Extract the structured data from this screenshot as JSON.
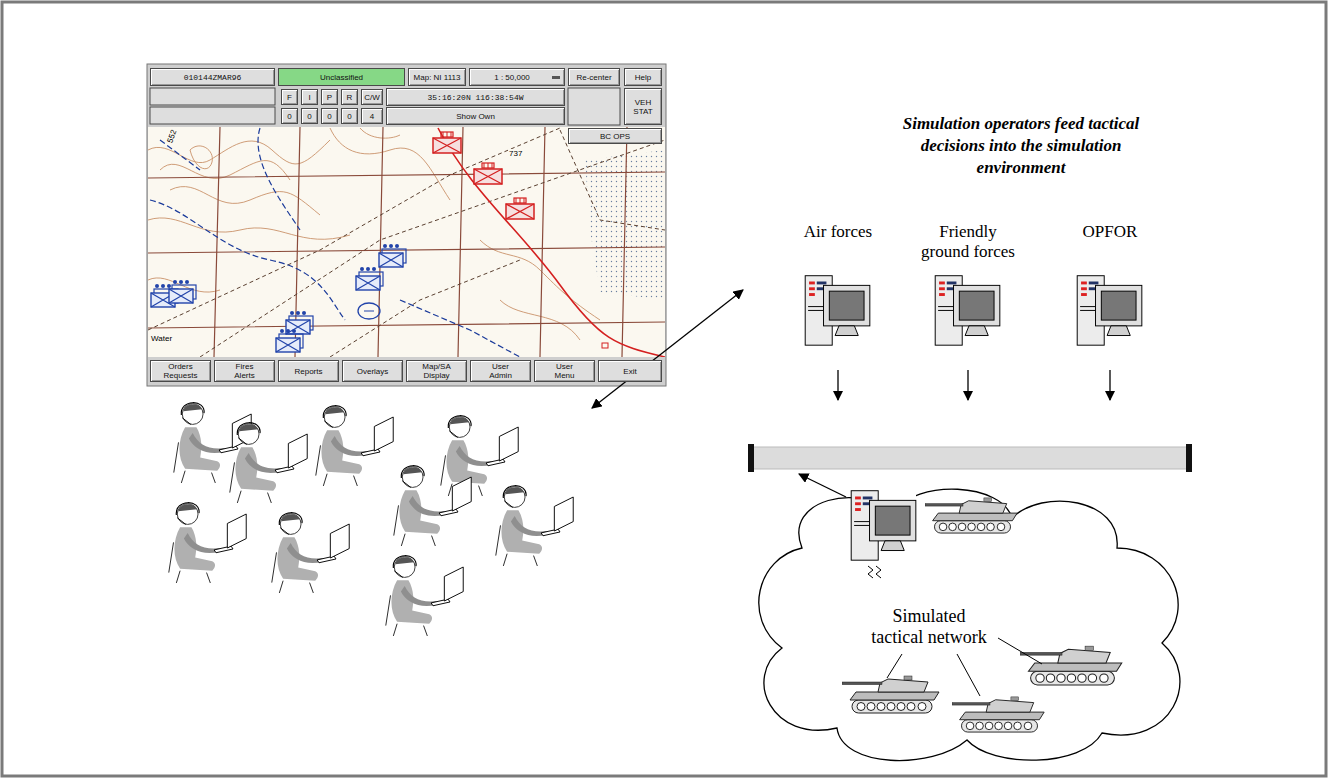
{
  "diagram": {
    "nodes": [
      {
        "text": [
          "010144ZMAR96"
        ]
      },
      {
        "text": [
          "Unclassified"
        ]
      },
      {
        "text": [
          "Map: NI 1113"
        ]
      },
      {
        "text": [
          "1 : 50,000"
        ]
      },
      {
        "text": [
          "Re-center"
        ]
      },
      {
        "text": [
          "Help"
        ]
      },
      {
        "text": [
          "F"
        ]
      },
      {
        "text": [
          "I"
        ]
      },
      {
        "text": [
          "P"
        ]
      },
      {
        "text": [
          "R"
        ]
      },
      {
        "text": [
          "C/W"
        ]
      },
      {
        "text": [
          "35:16:20N 116:38:54W"
        ]
      },
      {
        "text": [
          "VEH STAT"
        ]
      },
      {
        "text": [
          "0"
        ]
      },
      {
        "text": [
          "0"
        ]
      },
      {
        "text": [
          "0"
        ]
      },
      {
        "text": [
          "0"
        ]
      },
      {
        "text": [
          "4"
        ]
      },
      {
        "text": [
          "Show Own"
        ]
      },
      {
        "text": [
          "BC OPS"
        ]
      },
      {
        "text": [
          "Orders Requests"
        ]
      },
      {
        "text": [
          "Fires Alerts"
        ]
      },
      {
        "text": [
          "Reports"
        ]
      },
      {
        "text": [
          "Overlays"
        ]
      },
      {
        "text": [
          "Map/SA Display"
        ]
      },
      {
        "text": [
          "User Admin"
        ]
      },
      {
        "text": [
          "User Menu"
        ]
      },
      {
        "text": [
          "Exit"
        ]
      },
      {
        "text": [
          "Simulated tactical network"
        ]
      }
    ],
    "labels": [
      "Simulation operators feed tactical decisions into the simulation environment",
      "Air forces",
      "Friendly ground forces",
      "OPFOR",
      "552",
      "737",
      "Water"
    ]
  }
}
